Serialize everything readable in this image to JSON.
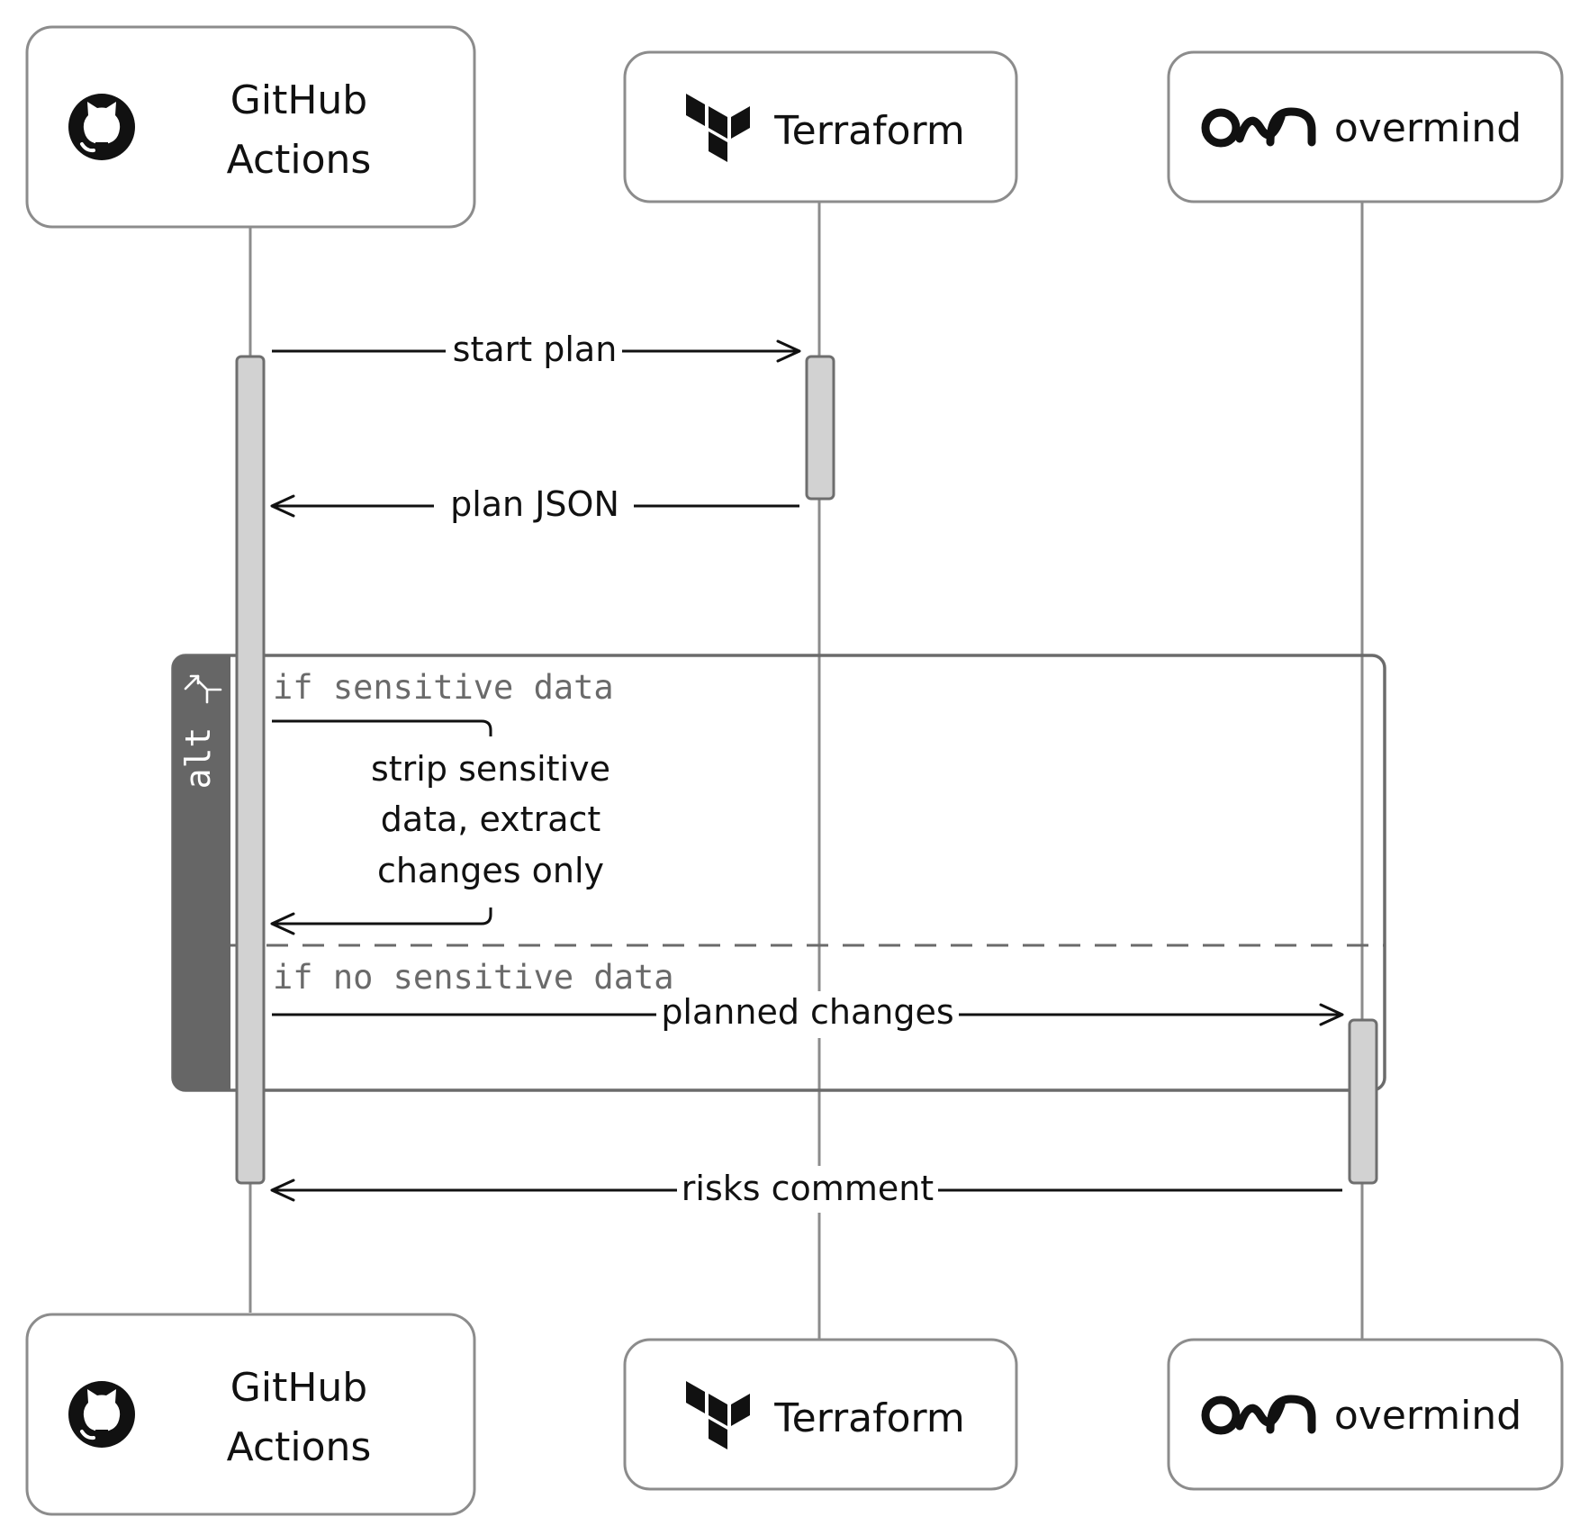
{
  "participants": {
    "github": {
      "line1": "GitHub",
      "line2": "Actions",
      "icon": "github-icon"
    },
    "terraform": {
      "label": "Terraform",
      "icon": "terraform-icon"
    },
    "overmind": {
      "label": "overmind",
      "icon": "overmind-icon"
    }
  },
  "messages": {
    "start_plan": "start plan",
    "plan_json": "plan JSON",
    "strip_line1": "strip sensitive",
    "strip_line2": "data, extract",
    "strip_line3": "changes only",
    "planned_changes": "planned changes",
    "risks_comment": "risks comment"
  },
  "fragment": {
    "operator": "alt",
    "guard_1": "if sensitive data",
    "guard_2": "if no sensitive data"
  }
}
